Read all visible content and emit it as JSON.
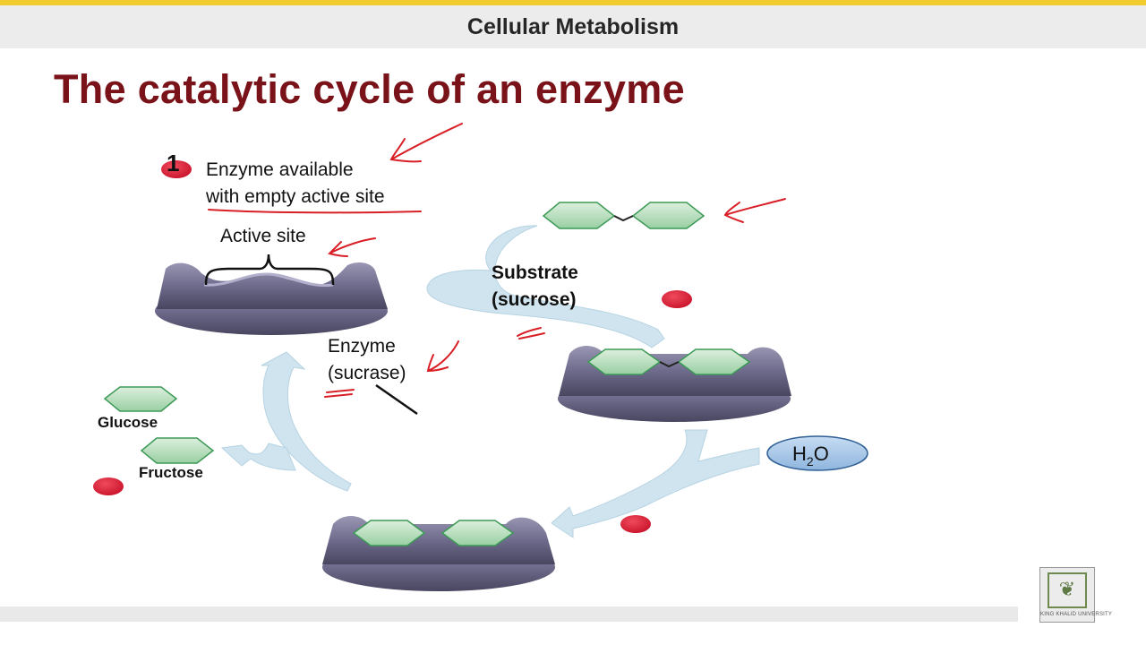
{
  "header": {
    "title": "Cellular Metabolism"
  },
  "slide": {
    "title": "The catalytic cycle of an enzyme"
  },
  "diagram": {
    "step_number": "1",
    "step_text_line1": "Enzyme available",
    "step_text_line2": "with empty active site",
    "active_site_label": "Active site",
    "substrate_label_line1": "Substrate",
    "substrate_label_line2": "(sucrose)",
    "enzyme_label_line1": "Enzyme",
    "enzyme_label_line2": "(sucrase)",
    "glucose_label": "Glucose",
    "fructose_label": "Fructose",
    "water_label_main": "H",
    "water_label_sub": "2",
    "water_label_end": "O"
  },
  "colors": {
    "title": "#7a1319",
    "enzyme_body": "#6e6b8c",
    "sugar_fill": "#b5dcbc",
    "flow_arrow": "#cfe4ef",
    "annotation_ink": "#d91f26",
    "marker_dot": "#d81e35",
    "water_fill": "#a9c9e9"
  },
  "footer": {
    "logo_caption": "KING KHALID UNIVERSITY"
  }
}
